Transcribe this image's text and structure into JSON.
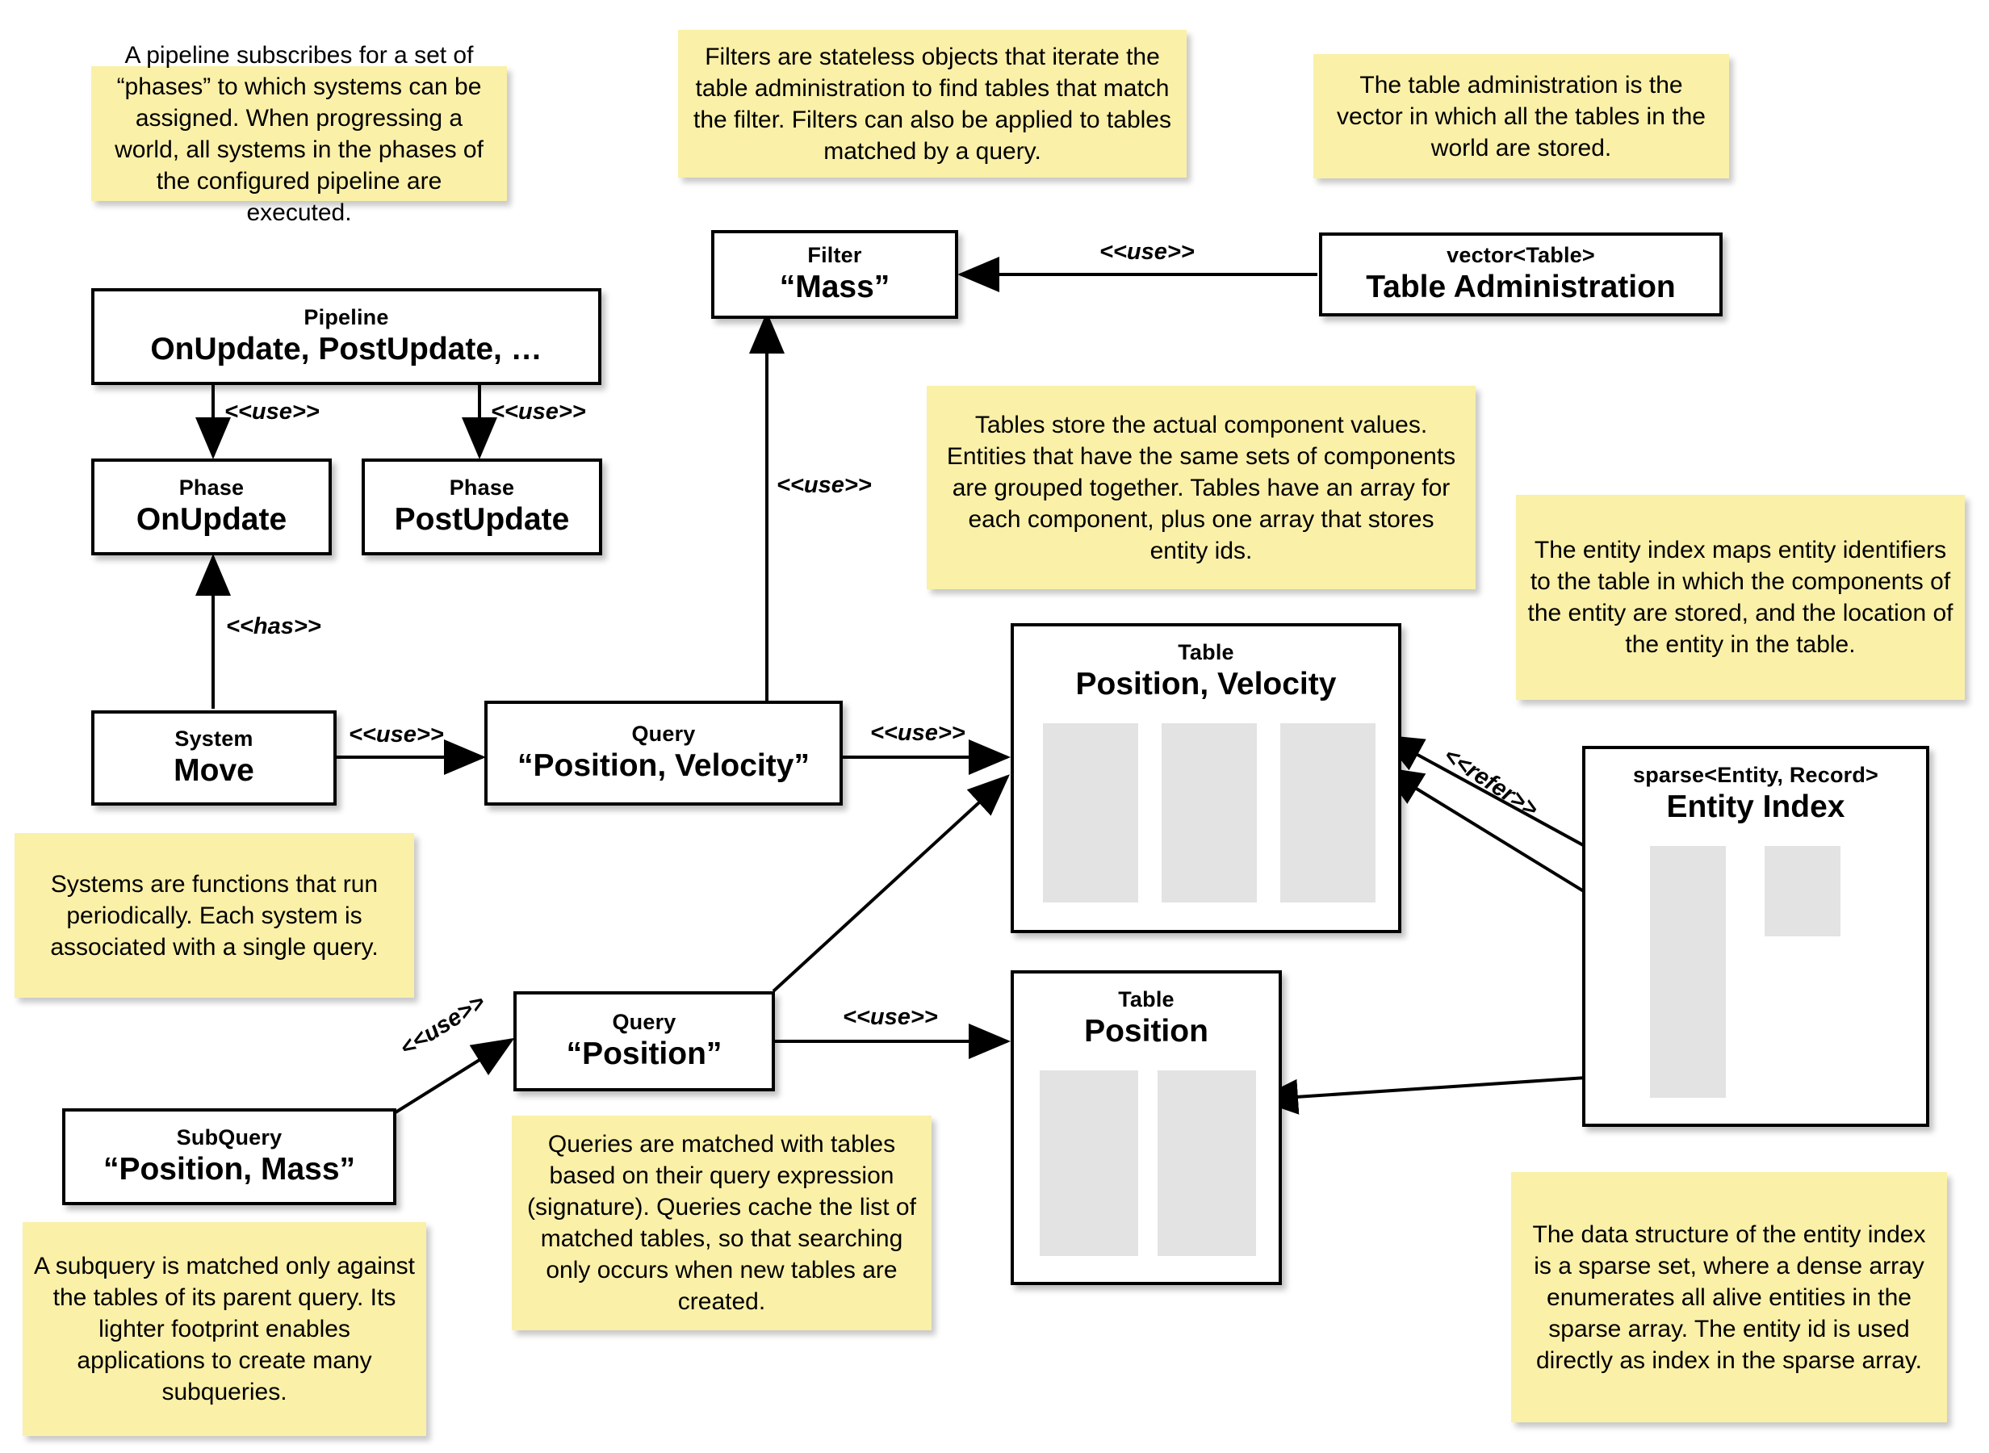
{
  "diagram": {
    "title": "ECS architecture diagram",
    "colors": {
      "note_background": "#faf0a8",
      "box_background": "#ffffff",
      "box_border": "#000000",
      "table_column_fill": "#e3e3e3"
    }
  },
  "notes": [
    {
      "id": "note-pipeline",
      "text": "A pipeline subscribes for a set of “phases” to which systems can be assigned. When progressing a world, all systems in the phases of the configured pipeline are executed."
    },
    {
      "id": "note-filter",
      "text": "Filters are stateless objects that iterate the table administration to find tables that match the filter. Filters can also be applied to tables matched by a query."
    },
    {
      "id": "note-table-admin",
      "text": "The table administration is the vector in which all the tables in the world are stored."
    },
    {
      "id": "note-tables",
      "text": "Tables store the actual component values. Entities that have the same sets of components are grouped together. Tables have an array for each component, plus one array that stores entity ids."
    },
    {
      "id": "note-entity-index",
      "text": "The entity index maps entity identifiers to the table in which the components of the entity are stored, and the location of the entity in the table."
    },
    {
      "id": "note-systems",
      "text": "Systems are functions that run periodically. Each system is associated with a single query."
    },
    {
      "id": "note-queries",
      "text": "Queries are matched with tables based on their query expression (signature). Queries cache the list of matched tables, so that searching only occurs when new tables are created."
    },
    {
      "id": "note-subquery",
      "text": "A subquery is matched only against the tables of its parent query. Its lighter footprint enables applications to create many subqueries."
    },
    {
      "id": "note-sparse",
      "text": "The data structure of the entity index is a sparse set, where a dense array enumerates all alive entities in the sparse array. The entity id is used directly as index in the sparse array."
    }
  ],
  "boxes": [
    {
      "id": "box-pipeline",
      "stereotype": "Pipeline",
      "name": "OnUpdate, PostUpdate, …"
    },
    {
      "id": "box-phase-onupdate",
      "stereotype": "Phase",
      "name": "OnUpdate"
    },
    {
      "id": "box-phase-postupdate",
      "stereotype": "Phase",
      "name": "PostUpdate"
    },
    {
      "id": "box-system-move",
      "stereotype": "System",
      "name": "Move"
    },
    {
      "id": "box-query-pv",
      "stereotype": "Query",
      "name": "“Position, Velocity”"
    },
    {
      "id": "box-query-p",
      "stereotype": "Query",
      "name": "“Position”"
    },
    {
      "id": "box-subquery-pm",
      "stereotype": "SubQuery",
      "name": "“Position, Mass”"
    },
    {
      "id": "box-filter-mass",
      "stereotype": "Filter",
      "name": "“Mass”"
    },
    {
      "id": "box-table-admin",
      "stereotype": "vector<Table>",
      "name": "Table Administration"
    },
    {
      "id": "box-table-pv",
      "stereotype": "Table",
      "name": "Position, Velocity"
    },
    {
      "id": "box-table-p",
      "stereotype": "Table",
      "name": "Position"
    },
    {
      "id": "box-entity-index",
      "stereotype": "sparse<Entity, Record>",
      "name": "Entity Index"
    }
  ],
  "edge_labels": [
    {
      "id": "edge-pipeline-onupdate",
      "text": "<<use>>"
    },
    {
      "id": "edge-pipeline-postupdate",
      "text": "<<use>>"
    },
    {
      "id": "edge-system-phase",
      "text": "<<has>>"
    },
    {
      "id": "edge-system-query",
      "text": "<<use>>"
    },
    {
      "id": "edge-query-filter",
      "text": "<<use>>"
    },
    {
      "id": "edge-query-table",
      "text": "<<use>>"
    },
    {
      "id": "edge-admin-filter",
      "text": "<<use>>"
    },
    {
      "id": "edge-queryp-tablep",
      "text": "<<use>>"
    },
    {
      "id": "edge-subquery-query",
      "text": "<<use>>"
    },
    {
      "id": "edge-index-table",
      "text": "<<refer>>"
    }
  ]
}
